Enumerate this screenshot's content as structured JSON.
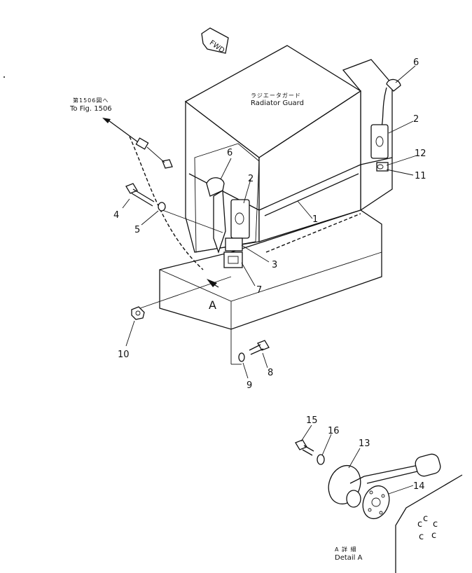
{
  "labels": {
    "radiator_guard_jp": "ラジエータガード",
    "radiator_guard_en": "Radiator Guard",
    "to_fig_jp": "第1506図へ",
    "to_fig_en": "To Fig. 1506",
    "fwd": "FWD",
    "view_a": "A",
    "detail_a_jp": "A 詳 細",
    "detail_a_en": "Detail A"
  },
  "callouts": {
    "c1": "1",
    "c2a": "2",
    "c2b": "2",
    "c3": "3",
    "c4": "4",
    "c5": "5",
    "c6a": "6",
    "c6b": "6",
    "c7": "7",
    "c8": "8",
    "c9": "9",
    "c10": "10",
    "c11": "11",
    "c12": "12",
    "c13": "13",
    "c14": "14",
    "c15": "15",
    "c16": "16"
  }
}
